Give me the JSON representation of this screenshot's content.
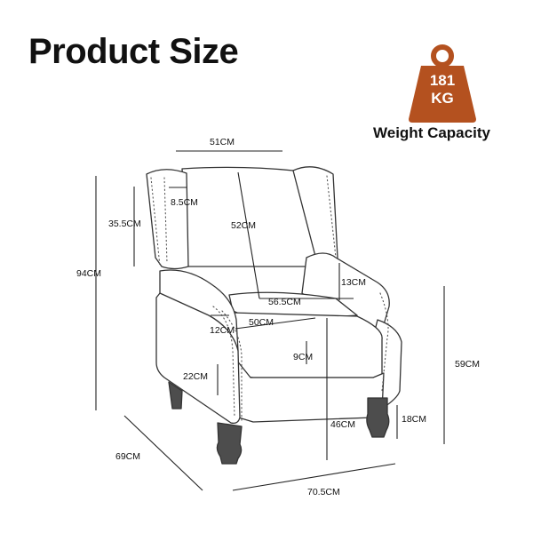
{
  "title": "Product Size",
  "weight": {
    "value": "181",
    "unit": "KG",
    "caption": "Weight Capacity",
    "color": "#b4511f",
    "icon": "weight-icon"
  },
  "dimensions": {
    "top_width": "51CM",
    "wing_depth": "8.5CM",
    "back_height": "52CM",
    "wing_height": "35.5CM",
    "total_height": "94CM",
    "arm_height": "13CM",
    "seat_width_back": "56.5CM",
    "seat_width": "50CM",
    "arm_width": "12CM",
    "cushion_thickness": "9CM",
    "front_apron": "22CM",
    "arm_total_height": "59CM",
    "seat_height": "46CM",
    "leg_height": "18CM",
    "depth": "69CM",
    "width": "70.5CM"
  }
}
